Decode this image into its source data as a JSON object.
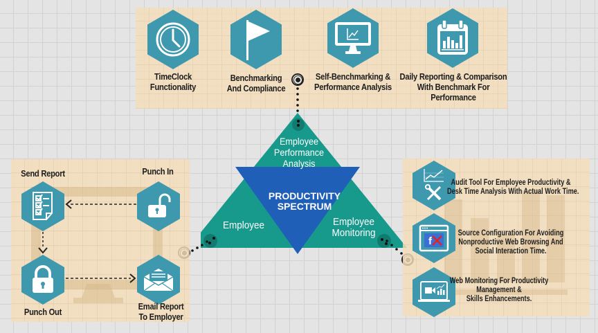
{
  "colors": {
    "hex_fill": "#3e98ae",
    "panel": "#f5deb9",
    "triangle_teal": "#179a8c",
    "triangle_blue": "#1f5fb8",
    "background": "#e4e4e4"
  },
  "top_panel": {
    "items": [
      {
        "icon": "clock-icon",
        "label_lines": [
          "TimeClock",
          "Functionality"
        ]
      },
      {
        "icon": "flag-icon",
        "label_lines": [
          "Benchmarking",
          "And Compliance"
        ]
      },
      {
        "icon": "monitor-chart-icon",
        "label_lines": [
          "Self-Benchmarking &",
          "Performance Analysis"
        ]
      },
      {
        "icon": "calendar-chart-icon",
        "label_lines": [
          "Daily Reporting & Comparison",
          "With Benchmark For",
          "Performance"
        ]
      }
    ]
  },
  "center": {
    "title_line1": "PRODUCTIVITY",
    "title_line2": "SPECTRUM",
    "top_triangle": {
      "lines": [
        "Employee",
        "Performance",
        "Analysis"
      ]
    },
    "left_triangle": {
      "lines": [
        "Employee"
      ]
    },
    "right_triangle": {
      "lines": [
        "Employee",
        "Monitoring"
      ]
    }
  },
  "left_panel": {
    "items": [
      {
        "icon": "checklist-icon",
        "label": "Send Report"
      },
      {
        "icon": "unlocked-padlock-icon",
        "label": "Punch In"
      },
      {
        "icon": "locked-padlock-icon",
        "label": "Punch Out"
      },
      {
        "icon": "envelope-icon",
        "label_lines": [
          "Email Report",
          "To Employer"
        ]
      }
    ]
  },
  "right_panel": {
    "items": [
      {
        "icon": "chart-tools-icon",
        "label_lines": [
          "Audit Tool For Employee Productivity &",
          "Desk Time Analysis With Actual Work Time."
        ]
      },
      {
        "icon": "browser-blocked-facebook-icon",
        "label_lines": [
          "Source Configuration For Avoiding",
          "Nonproductive Web Browsing And",
          "Social Interaction Time."
        ]
      },
      {
        "icon": "laptop-video-chart-icon",
        "label_lines": [
          "Web Monitoring For Productivity",
          "Management &",
          "Skills Enhancements."
        ]
      }
    ]
  }
}
